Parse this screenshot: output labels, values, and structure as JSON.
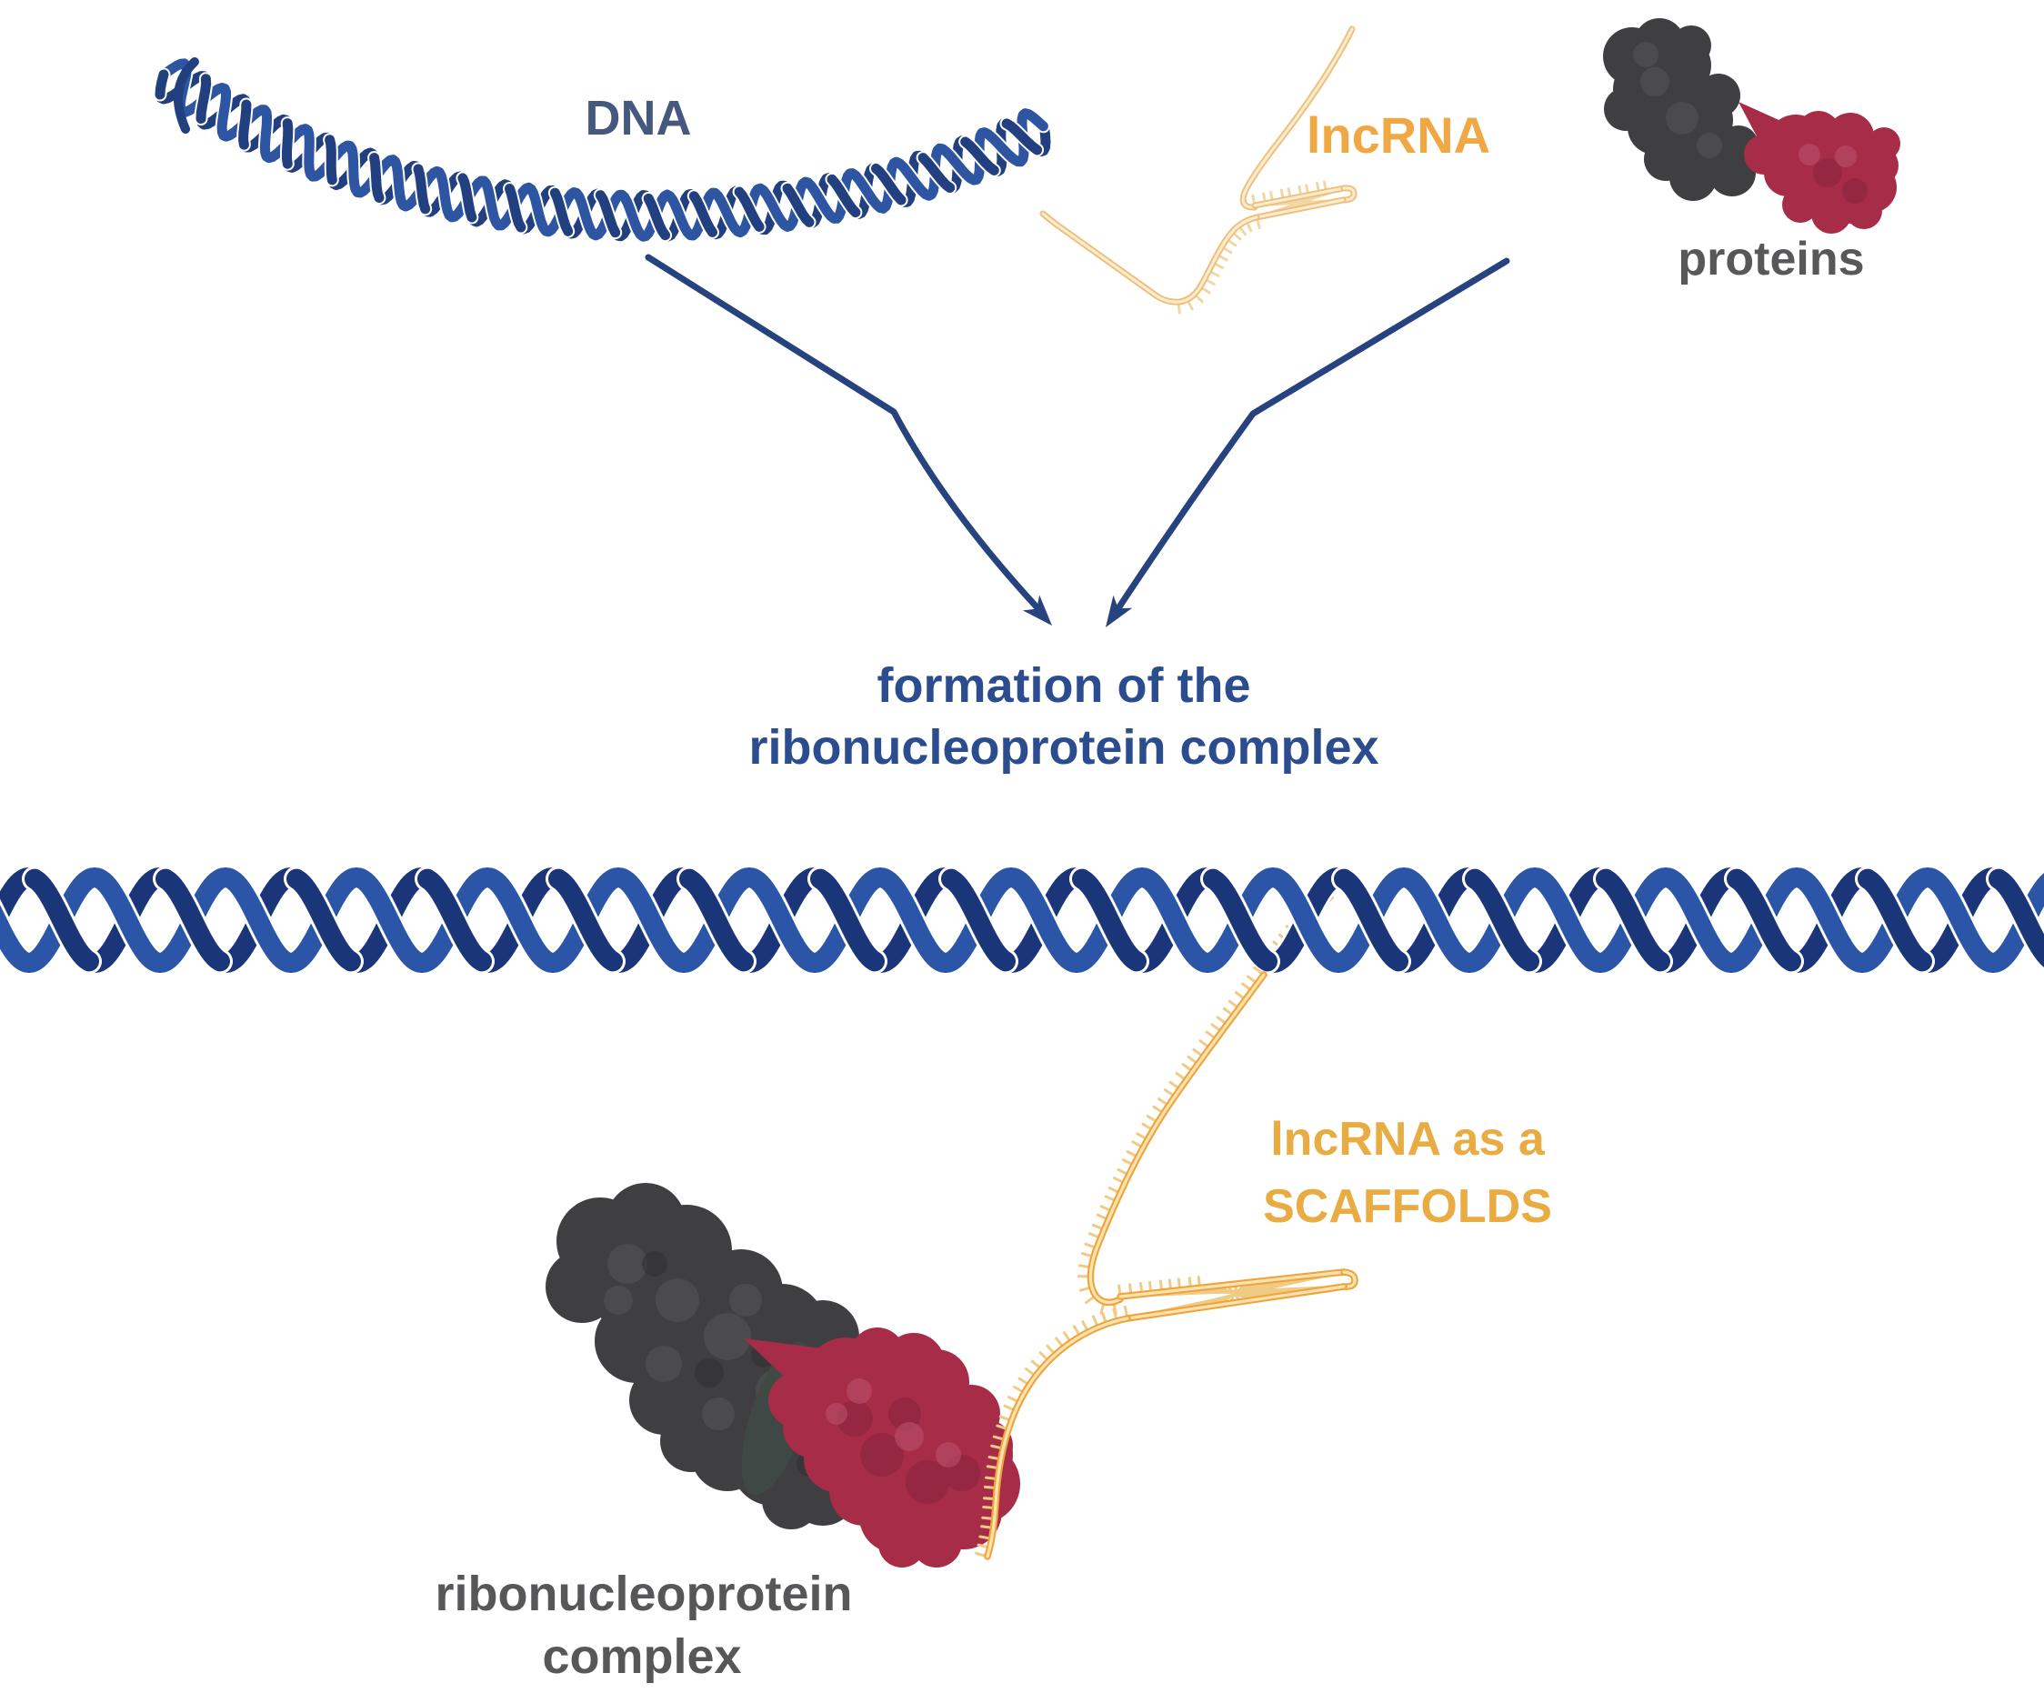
{
  "labels": {
    "dna": "DNA",
    "lncrna": "lncRNA",
    "proteins": "proteins",
    "formation_line1": "formation of the",
    "formation_line2": "ribonucleoprotein complex",
    "scaffold_line1": "lncRNA as a",
    "scaffold_line2": "SCAFFOLDS",
    "complex_line1": "ribonucleoprotein",
    "complex_line2": "complex"
  },
  "colors": {
    "dna_dark": "#1A3578",
    "dna_light": "#2B55A6",
    "dna_small_a": "#223F80",
    "dna_small_b": "#2E55A2",
    "casing": "#FFFFFF",
    "arrow": "#26427F",
    "dna_label": "#44597D",
    "rna_label": "#EFA843",
    "scaffold_label": "#E9AC43",
    "proteins_label": "#58585A",
    "complex_label": "#57575A",
    "formation_label": "#2B4C8E",
    "rna_gold": "#EFA53B",
    "rna_gold_core": "#F9E3B2",
    "rna_gold_tick": "#F0CB86",
    "rna_pale": "#EFC07C",
    "rna_pale_core": "#FBEDD2",
    "rna_pale_tick": "#F1D7A6",
    "protein_gray": "#3F3F42",
    "protein_gray_light": "#4D4D50",
    "protein_gray_dark": "#2E2E30",
    "protein_crimson": "#A72C48",
    "protein_crimson_dark": "#8E2540",
    "protein_crimson_light": "#B8506A",
    "junction_shadow": "#3E4A44"
  }
}
